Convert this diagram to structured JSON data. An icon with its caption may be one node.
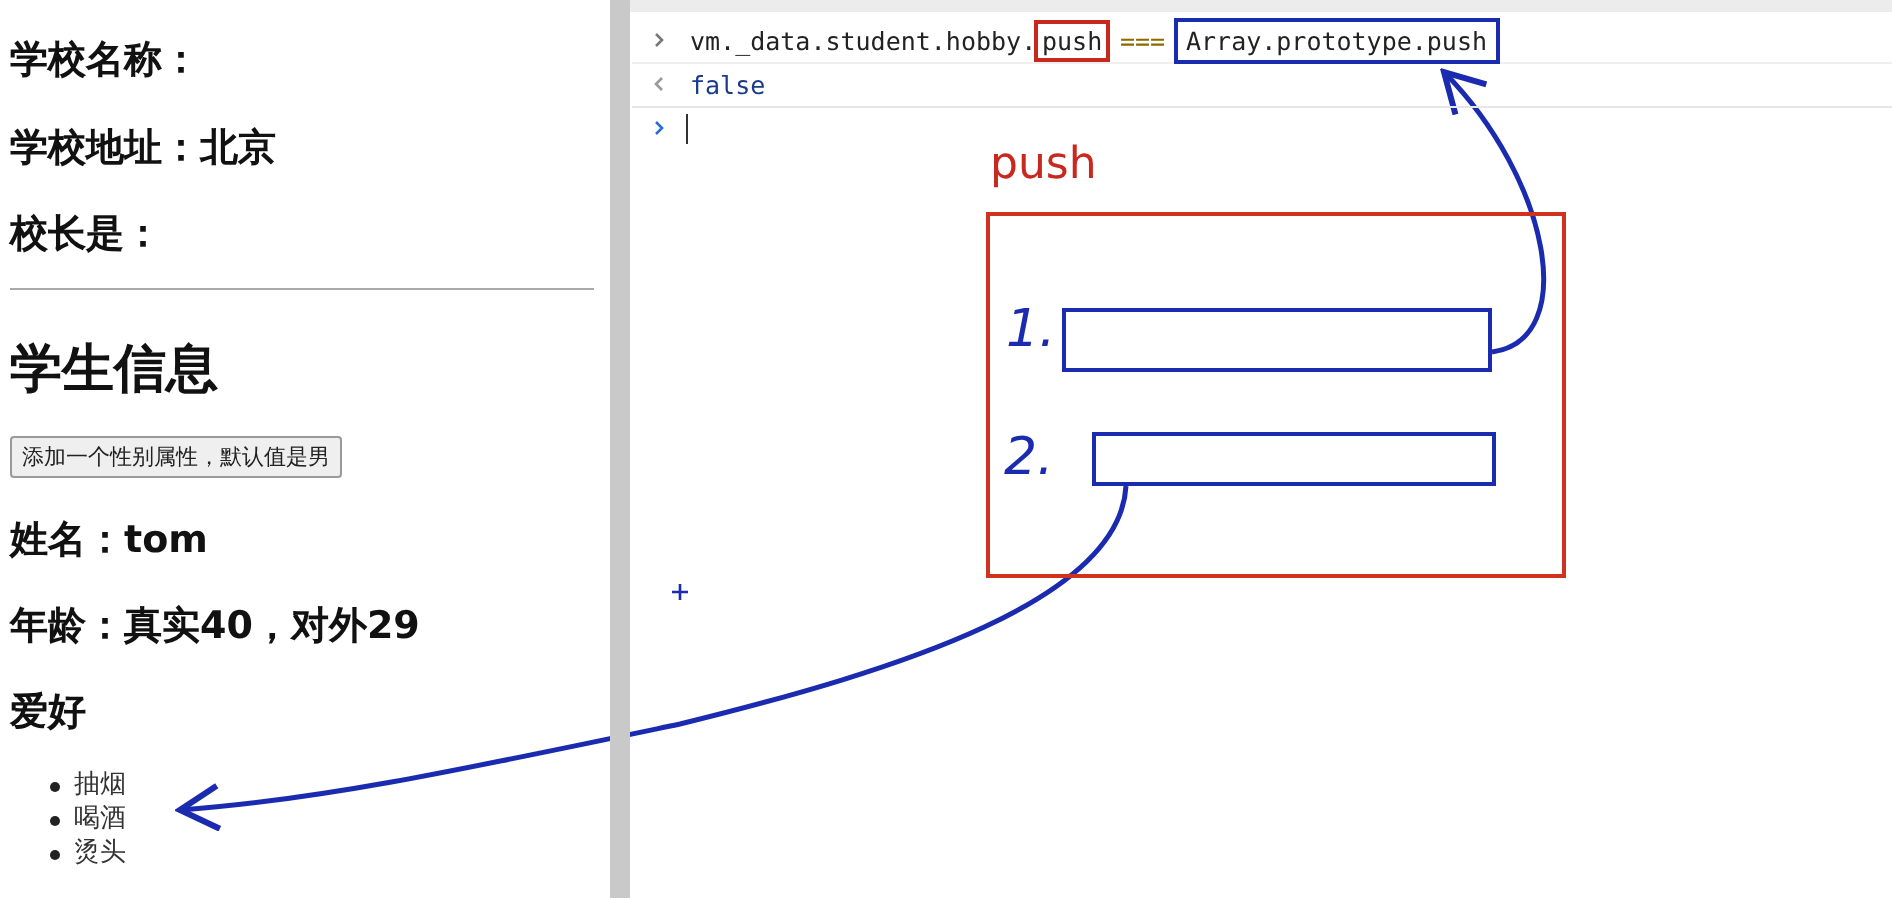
{
  "diagram": {
    "nodes": [
      {
        "text": [
          "push"
        ]
      },
      {
        "text": [
          "Array.prototype.push"
        ]
      },
      {
        "text": [
          "push"
        ]
      },
      {
        "text": [],
        "shape": "bar",
        "in": 2,
        "beside": [
          "1."
        ]
      },
      {
        "text": [],
        "shape": "bar",
        "in": 2,
        "beside": [
          "2."
        ]
      },
      {
        "text": [
          "抽烟",
          "喝酒",
          "烫头"
        ]
      }
    ],
    "edges": [
      {
        "from": 3,
        "to": 1,
        "arrow": "to"
      },
      {
        "from": 4,
        "to": 5,
        "arrow": "to"
      }
    ],
    "labels": [
      "学校名称：",
      "学校地址：北京",
      "校长是：",
      "学生信息",
      "添加一个性别属性，默认值是男",
      "姓名：tom",
      "年龄：真实40，对外29",
      "爱好",
      "vm._data.student.hobby.",
      "===",
      "false"
    ]
  }
}
